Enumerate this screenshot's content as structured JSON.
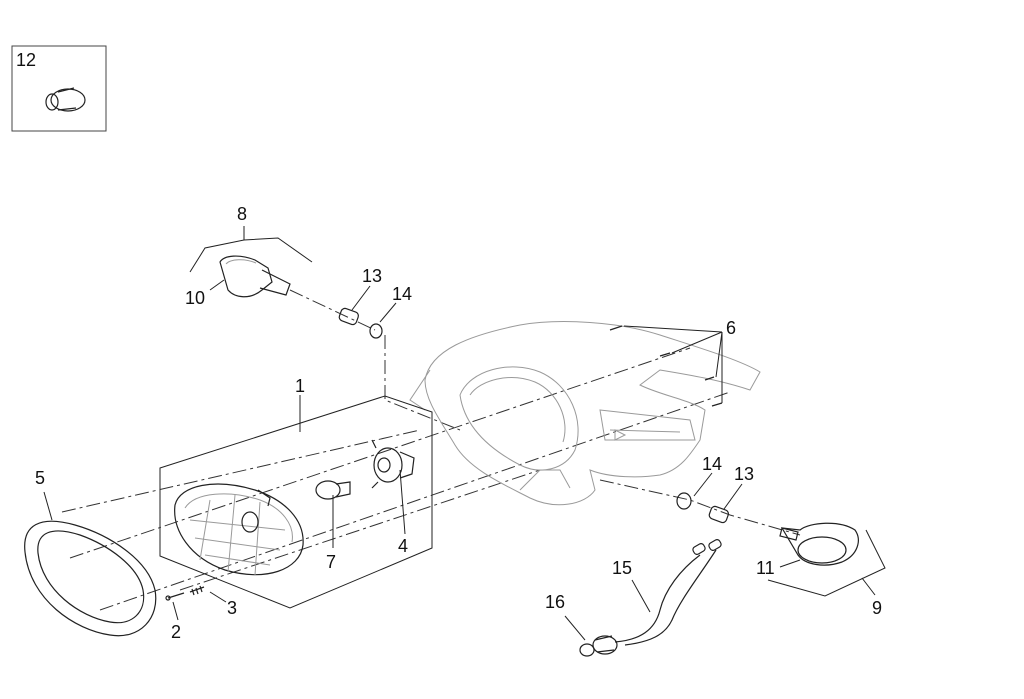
{
  "callouts": {
    "c1": "1",
    "c2": "2",
    "c3": "3",
    "c4": "4",
    "c5": "5",
    "c6": "6",
    "c7": "7",
    "c8": "8",
    "c9": "9",
    "c10": "10",
    "c11": "11",
    "c12": "12",
    "c13a": "13",
    "c13b": "13",
    "c14a": "14",
    "c14b": "14",
    "c15": "15",
    "c16": "16"
  }
}
